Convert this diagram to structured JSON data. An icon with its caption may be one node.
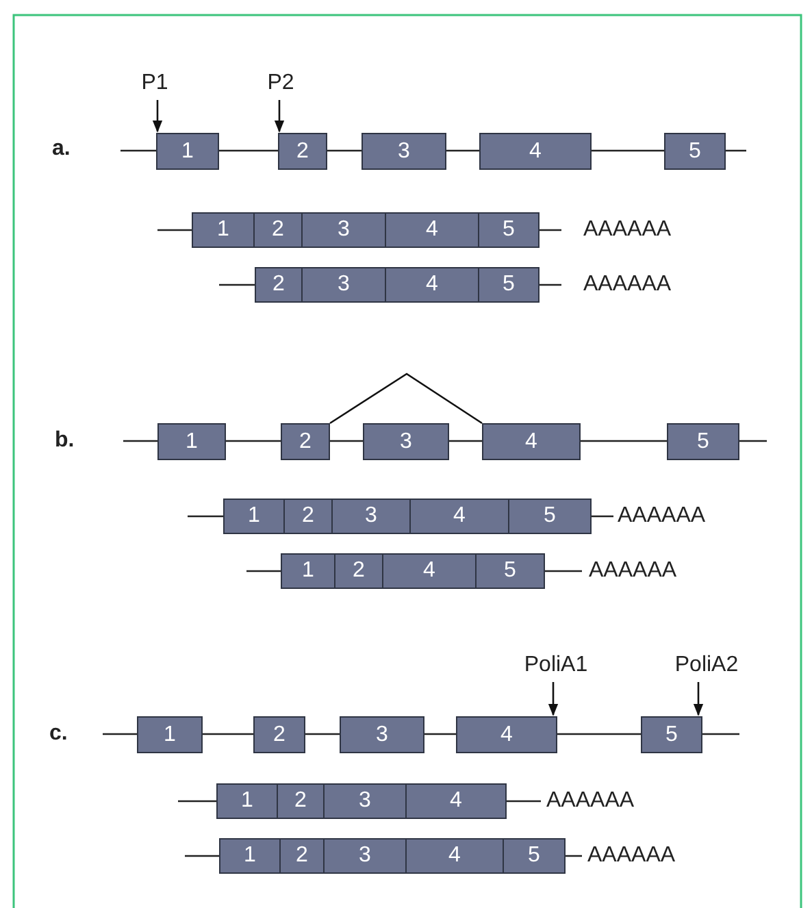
{
  "diagram": {
    "nodes": [
      {
        "text": [
          "P1"
        ]
      },
      {
        "text": [
          "P2"
        ]
      },
      {
        "text": [
          "1"
        ]
      },
      {
        "text": [
          "2"
        ]
      },
      {
        "text": [
          "3"
        ]
      },
      {
        "text": [
          "4"
        ]
      },
      {
        "text": [
          "5"
        ]
      },
      {
        "text": [
          "1"
        ]
      },
      {
        "text": [
          "2"
        ]
      },
      {
        "text": [
          "3"
        ]
      },
      {
        "text": [
          "4"
        ]
      },
      {
        "text": [
          "5"
        ]
      },
      {
        "text": [
          "2"
        ]
      },
      {
        "text": [
          "3"
        ]
      },
      {
        "text": [
          "4"
        ]
      },
      {
        "text": [
          "5"
        ]
      },
      {
        "text": [
          "1"
        ]
      },
      {
        "text": [
          "2"
        ]
      },
      {
        "text": [
          "3"
        ]
      },
      {
        "text": [
          "4"
        ]
      },
      {
        "text": [
          "5"
        ]
      },
      {
        "text": [
          "1"
        ]
      },
      {
        "text": [
          "2"
        ]
      },
      {
        "text": [
          "3"
        ]
      },
      {
        "text": [
          "4"
        ]
      },
      {
        "text": [
          "5"
        ]
      },
      {
        "text": [
          "1"
        ]
      },
      {
        "text": [
          "2"
        ]
      },
      {
        "text": [
          "4"
        ]
      },
      {
        "text": [
          "5"
        ]
      },
      {
        "text": [
          "PoliA1"
        ]
      },
      {
        "text": [
          "PoliA2"
        ]
      },
      {
        "text": [
          "1"
        ]
      },
      {
        "text": [
          "2"
        ]
      },
      {
        "text": [
          "3"
        ]
      },
      {
        "text": [
          "4"
        ]
      },
      {
        "text": [
          "5"
        ]
      },
      {
        "text": [
          "1"
        ]
      },
      {
        "text": [
          "2"
        ]
      },
      {
        "text": [
          "3"
        ]
      },
      {
        "text": [
          "4"
        ]
      },
      {
        "text": [
          "1"
        ]
      },
      {
        "text": [
          "2"
        ]
      },
      {
        "text": [
          "3"
        ]
      },
      {
        "text": [
          "4"
        ]
      },
      {
        "text": [
          "5"
        ]
      }
    ],
    "edges": [
      {
        "from": 0,
        "to": 2,
        "arrow": "to"
      },
      {
        "from": 1,
        "to": 3,
        "arrow": "to"
      },
      {
        "from": 17,
        "to": 19,
        "arrow": "none"
      },
      {
        "from": 30,
        "to": 35,
        "arrow": "to"
      },
      {
        "from": 31,
        "to": 36,
        "arrow": "to"
      }
    ],
    "labels": [
      "a.",
      "AAAAAA",
      "AAAAAA",
      "b.",
      "AAAAAA",
      "AAAAAA",
      "c.",
      "AAAAAA",
      "AAAAAA"
    ]
  }
}
